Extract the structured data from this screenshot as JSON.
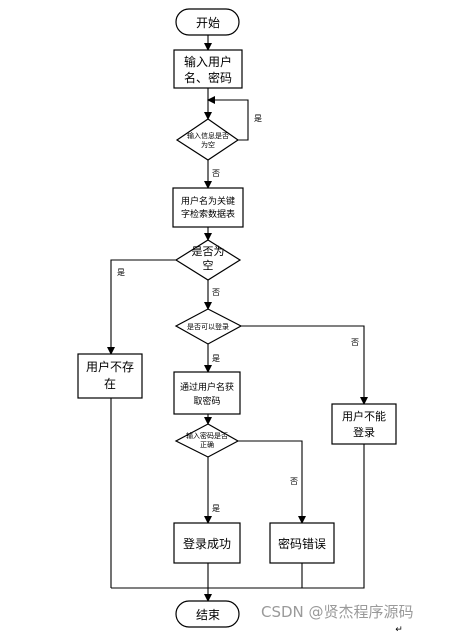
{
  "nodes": {
    "start": "开始",
    "input_line1": "输入用户",
    "input_line2": "名、密码",
    "check_empty_line1": "输入信息是否",
    "check_empty_line2": "为空",
    "query_line1": "用户名为关键",
    "query_line2": "字检索数据表",
    "result_empty_line1": "是否为",
    "result_empty_line2": "空",
    "user_missing_line1": "用户不存",
    "user_missing_line2": "在",
    "can_login": "是否可以登录",
    "get_pwd_line1": "通过用户名获",
    "get_pwd_line2": "取密码",
    "cannot_login_line1": "用户不能",
    "cannot_login_line2": "登录",
    "pwd_correct_line1": "输入密码是否",
    "pwd_correct_line2": "正确",
    "login_success": "登录成功",
    "pwd_error": "密码错误",
    "end": "结束"
  },
  "edge_labels": {
    "empty_yes": "是",
    "empty_no": "否",
    "result_yes": "是",
    "result_no": "否",
    "can_yes": "是",
    "can_no": "否",
    "pwd_yes": "是",
    "pwd_no": "否"
  },
  "watermark": "CSDN @贤杰程序源码",
  "return_mark": "↵"
}
